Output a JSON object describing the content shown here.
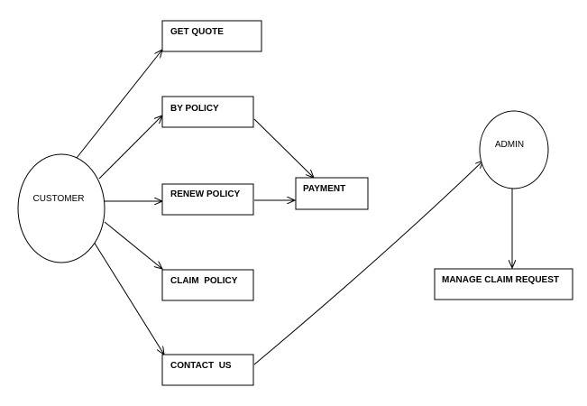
{
  "diagram": {
    "nodes": {
      "customer": {
        "label": "CUSTOMER",
        "shape": "ellipse"
      },
      "get_quote": {
        "label": "GET QUOTE",
        "shape": "box"
      },
      "by_policy": {
        "label": "BY POLICY",
        "shape": "box"
      },
      "renew_policy": {
        "label": "RENEW POLICY",
        "shape": "box"
      },
      "claim_policy": {
        "label": "CLAIM  POLICY",
        "shape": "box"
      },
      "contact_us": {
        "label": "CONTACT  US",
        "shape": "box"
      },
      "payment": {
        "label": "PAYMENT",
        "shape": "box"
      },
      "admin": {
        "label": "ADMIN",
        "shape": "ellipse"
      },
      "manage_claim_request": {
        "label": "MANAGE CLAIM REQUEST",
        "shape": "box"
      }
    },
    "edges": [
      {
        "from": "customer",
        "to": "get_quote"
      },
      {
        "from": "customer",
        "to": "by_policy"
      },
      {
        "from": "customer",
        "to": "renew_policy"
      },
      {
        "from": "customer",
        "to": "claim_policy"
      },
      {
        "from": "customer",
        "to": "contact_us"
      },
      {
        "from": "by_policy",
        "to": "payment"
      },
      {
        "from": "renew_policy",
        "to": "payment"
      },
      {
        "from": "contact_us",
        "to": "admin"
      },
      {
        "from": "admin",
        "to": "manage_claim_request"
      }
    ],
    "colors": {
      "stroke": "#000000",
      "fill": "#ffffff"
    }
  }
}
